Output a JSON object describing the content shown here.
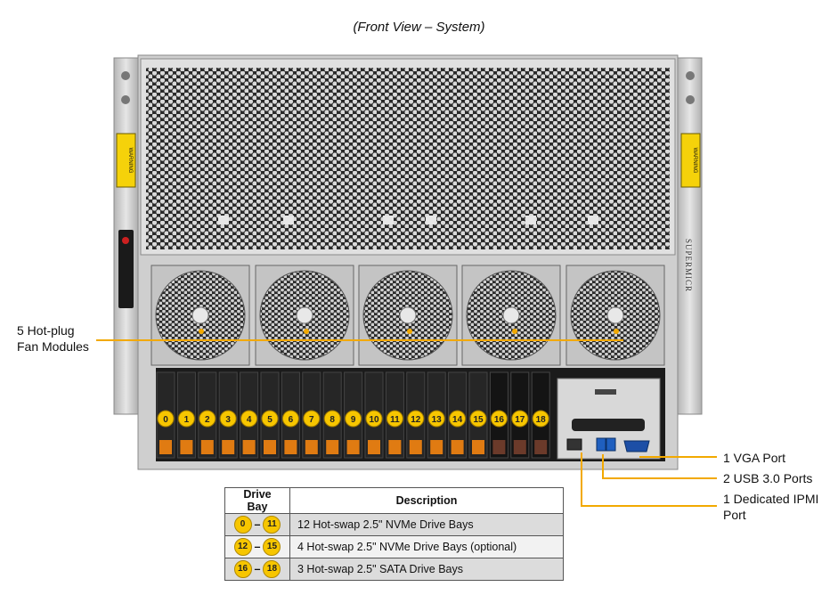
{
  "title": "(Front View – System)",
  "callouts": {
    "fans": [
      "5 Hot-plug",
      "Fan Modules"
    ],
    "vga": "1 VGA Port",
    "usb": "2 USB 3.0 Ports",
    "ipmi": [
      "1 Dedicated IPMI",
      "Port"
    ]
  },
  "brand": "SUPERMICR",
  "warning_label": "WARNING",
  "bays": [
    "0",
    "1",
    "2",
    "3",
    "4",
    "5",
    "6",
    "7",
    "8",
    "9",
    "10",
    "11",
    "12",
    "13",
    "14",
    "15",
    "16",
    "17",
    "18"
  ],
  "table": {
    "headers": [
      "Drive Bay",
      "Description"
    ],
    "rows": [
      {
        "from": "0",
        "to": "11",
        "description": "12 Hot-swap 2.5\" NVMe Drive  Bays"
      },
      {
        "from": "12",
        "to": "15",
        "description": "4 Hot-swap 2.5\" NVMe Drive  Bays (optional)"
      },
      {
        "from": "16",
        "to": "18",
        "description": "3 Hot-swap 2.5\" SATA Drive  Bays"
      }
    ]
  },
  "colors": {
    "callout_line": "#f2a900",
    "bay_badge": "#f7c600",
    "nvme_latch": "#e07b12",
    "sata_latch": "#6b3a2a",
    "chassis": "#c8c8c8"
  }
}
